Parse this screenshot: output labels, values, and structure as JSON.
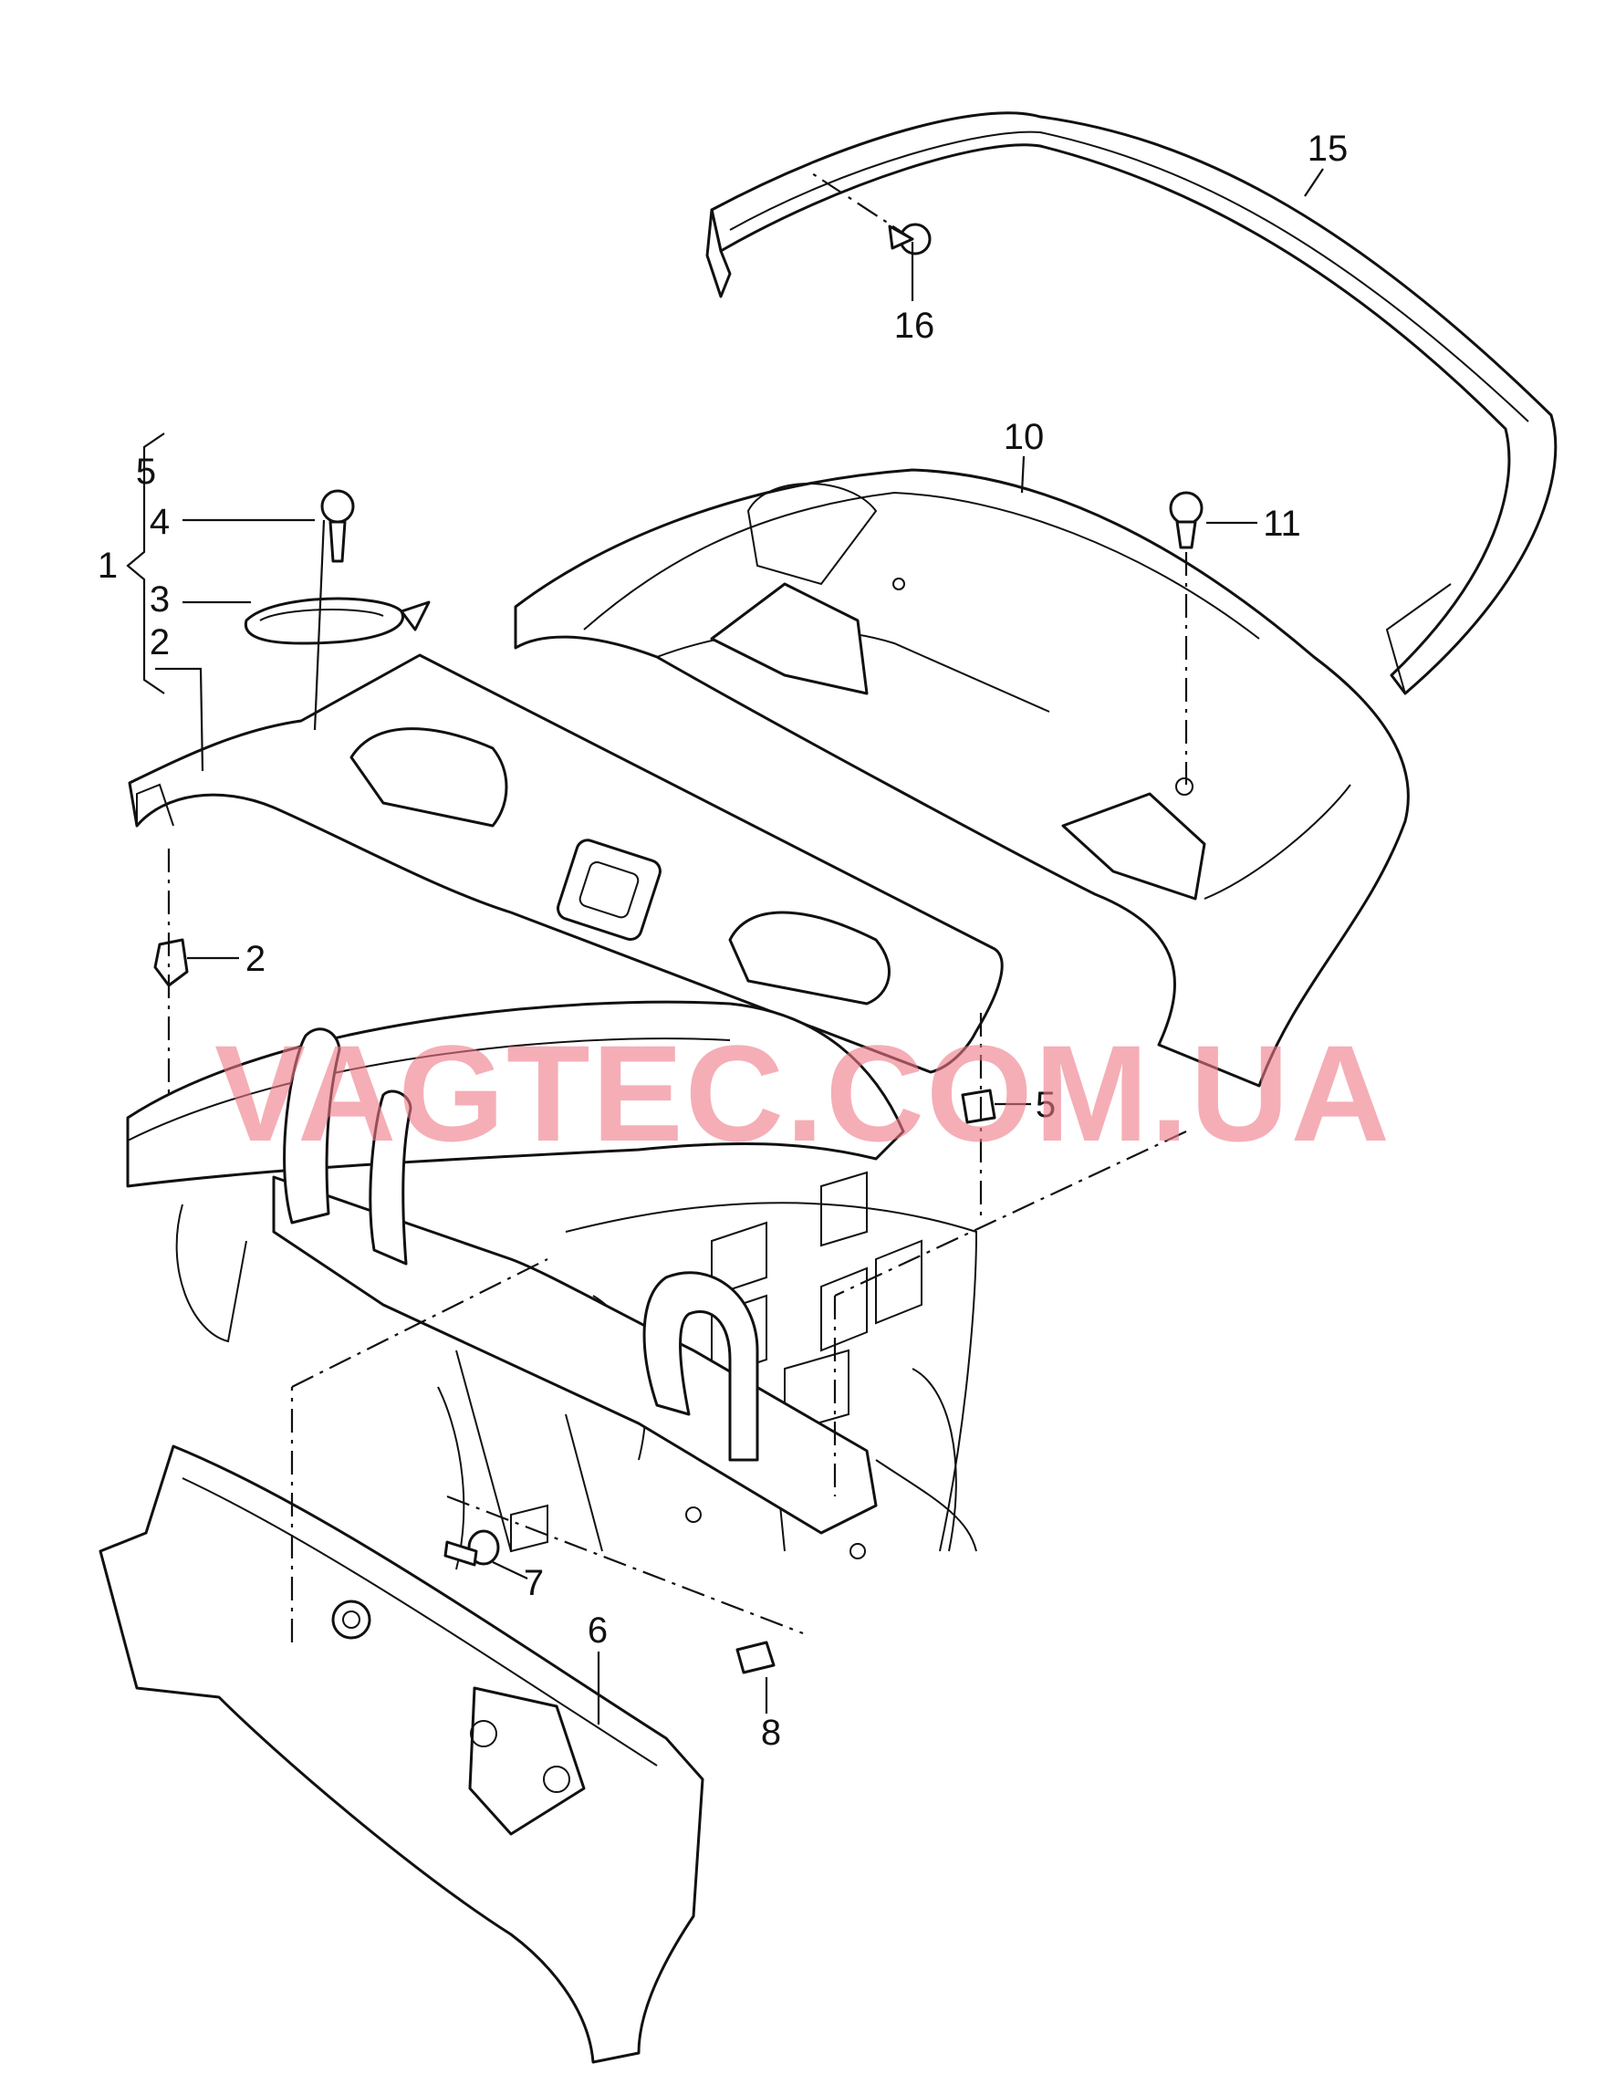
{
  "watermark": "VAGTEC.COM.UA",
  "callouts": {
    "c1": "1",
    "c2_group": "2",
    "c2_clip": "2",
    "c3": "3",
    "c4": "4",
    "c5_group": "5",
    "c5_clip": "5",
    "c6": "6",
    "c7": "7",
    "c8": "8",
    "c10": "10",
    "c11": "11",
    "c15": "15",
    "c16": "16"
  },
  "colors": {
    "line": "#111111",
    "watermark": "#f07a86",
    "background": "#ffffff"
  }
}
